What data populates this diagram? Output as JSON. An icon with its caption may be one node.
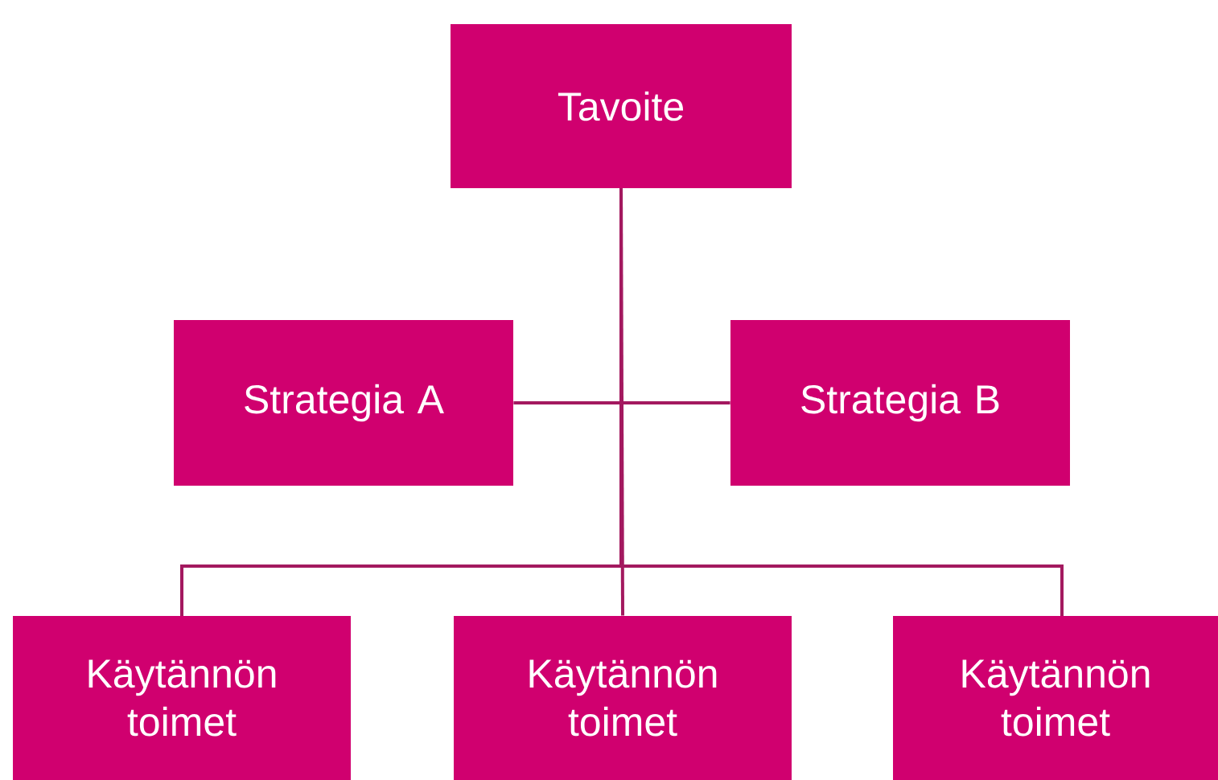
{
  "diagram": {
    "nodes": [
      {
        "text": [
          "Tavoite"
        ]
      },
      {
        "text": [
          "Strategia A"
        ]
      },
      {
        "text": [
          "Strategia B"
        ]
      },
      {
        "text": [
          "Käytännön toimet"
        ]
      },
      {
        "text": [
          "Käytännön toimet"
        ]
      },
      {
        "text": [
          "Käytännön toimet"
        ]
      }
    ],
    "edges": [
      {
        "from": 0,
        "to": 1,
        "arrow": "none"
      },
      {
        "from": 0,
        "to": 2,
        "arrow": "none"
      },
      {
        "from": 0,
        "to": 3,
        "arrow": "none"
      },
      {
        "from": 0,
        "to": 4,
        "arrow": "none"
      },
      {
        "from": 0,
        "to": 5,
        "arrow": "none"
      }
    ]
  }
}
